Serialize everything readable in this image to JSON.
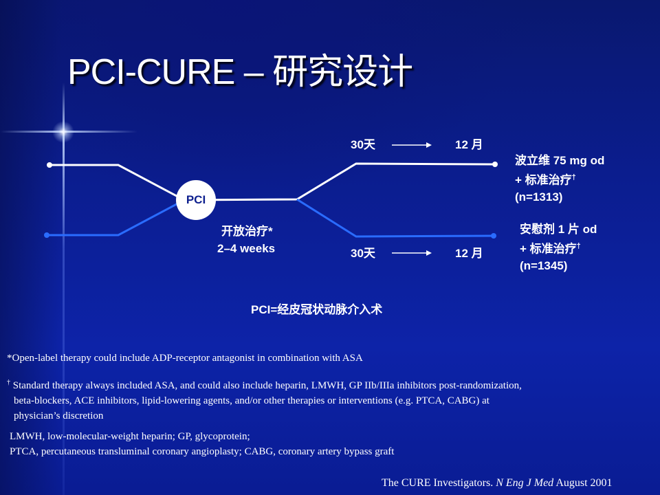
{
  "slide": {
    "title": "PCI-CURE – 研究设计",
    "pci_label": "PCI",
    "open_label_line1": "开放治疗*",
    "open_label_line2": "2–4 weeks",
    "upper_day": "30天",
    "upper_month": "12 月",
    "lower_day": "30天",
    "lower_month": "12 月",
    "upper_arm": {
      "line1": "波立维 75 mg od",
      "line2": "+ 标准治疗",
      "line2_mark": "†",
      "line3": "(n=1313)"
    },
    "lower_arm": {
      "line1": "安慰剂 1 片 od",
      "line2": "+ 标准治疗",
      "line2_mark": "†",
      "line3": "(n=1345)"
    },
    "pci_definition": "PCI=经皮冠状动脉介入术",
    "footnote1": "*Open-label therapy could include ADP-receptor antagonist in combination with ASA",
    "footnote2_mark": "†",
    "footnote2_line1": "Standard therapy always included ASA, and could also include heparin, LMWH, GP IIb/IIIa inhibitors post-randomization,",
    "footnote2_line2": "beta-blockers, ACE inhibitors,  lipid-lowering agents, and/or other therapies or  interventions (e.g. PTCA, CABG)  at",
    "footnote2_line3": "physician’s discretion",
    "abbrev_line1": "LMWH, low-molecular-weight heparin; GP, glycoprotein;",
    "abbrev_line2": "PTCA, percutaneous transluminal coronary angioplasty; CABG, coronary artery bypass graft",
    "citation_prefix": "The CURE Investigators.",
    "citation_journal": "N Eng J Med",
    "citation_suffix": "August 2001"
  },
  "colors": {
    "white_path": "#ffffff",
    "blue_path": "#2a6cff",
    "background": "#0a1a86"
  }
}
